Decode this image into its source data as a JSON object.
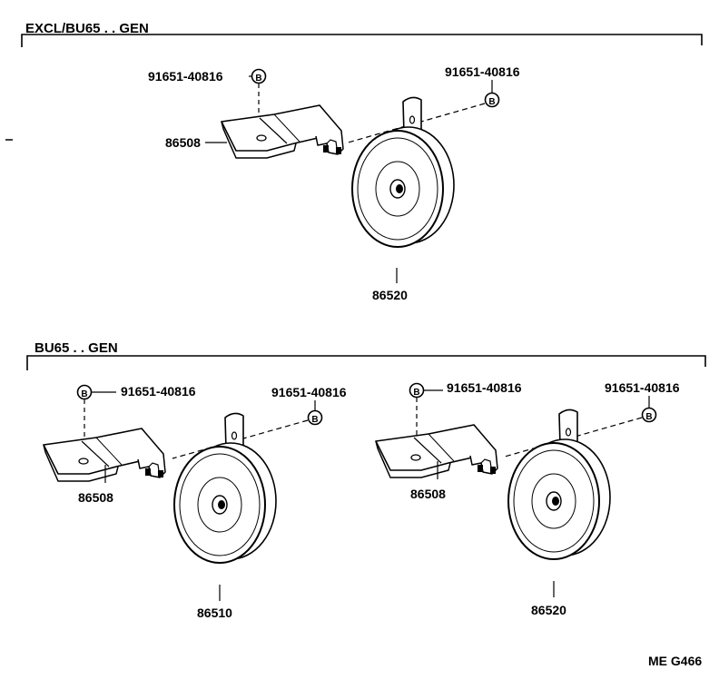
{
  "diagram": {
    "sections": [
      {
        "header": "EXCL/BU65 . . GEN",
        "bolt_left": "91651-40816",
        "bolt_right": "91651-40816",
        "bracket": "86508",
        "horn": "86520"
      },
      {
        "header": "BU65 . . GEN",
        "groups": [
          {
            "bolt_left": "91651-40816",
            "bolt_right": "91651-40816",
            "bracket": "86508",
            "horn": "86510"
          },
          {
            "bolt_left": "91651-40816",
            "bolt_right": "91651-40816",
            "bracket": "86508",
            "horn": "86520"
          }
        ]
      }
    ],
    "bolt_symbol": "B",
    "figure_code": "ME G466"
  }
}
